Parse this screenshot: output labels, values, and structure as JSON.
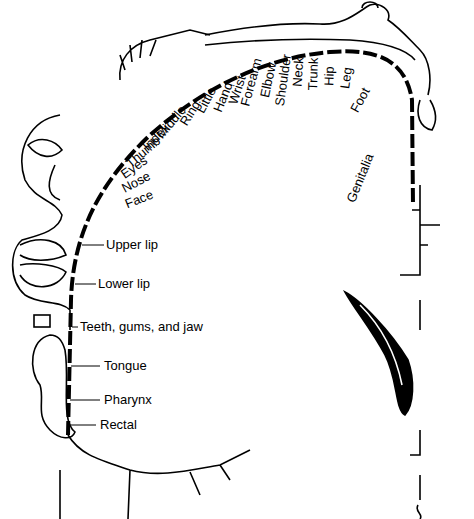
{
  "diagram": {
    "labels": [
      "Genitalia",
      "Foot",
      "Leg",
      "Hip",
      "Trunk",
      "Neck",
      "Shoulder",
      "Elbow",
      "Forearm",
      "Wrist",
      "Hand",
      "Little",
      "Ring",
      "Middle",
      "Index",
      "Thumb",
      "Eyes",
      "Nose",
      "Face",
      "Upper lip",
      "Lower lip",
      "Teeth, gums, and jaw",
      "Tongue",
      "Pharynx",
      "Rectal"
    ]
  }
}
